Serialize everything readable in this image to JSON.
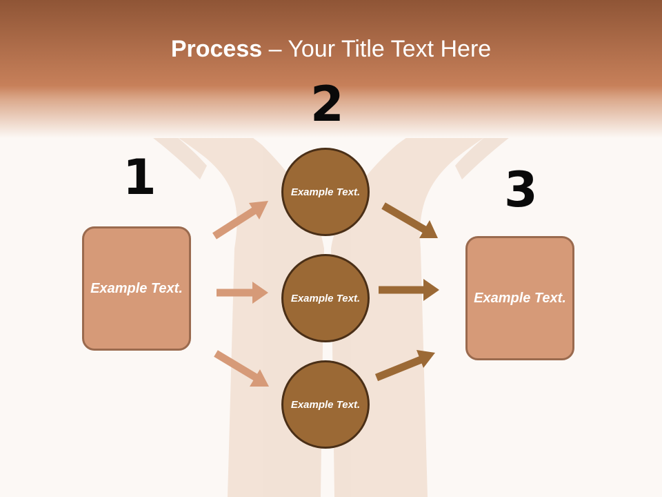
{
  "header": {
    "title_bold": "Process",
    "title_rest": " – Your Title Text Here"
  },
  "steps": [
    {
      "number": "1",
      "text": "Example Text."
    },
    {
      "number": "2",
      "text": "Example Text."
    },
    {
      "number": "3",
      "text": "Example Text."
    }
  ],
  "middle_nodes": [
    {
      "text": "Example Text."
    },
    {
      "text": "Example Text."
    },
    {
      "text": "Example Text."
    }
  ],
  "colors": {
    "header_band": "#c47a52",
    "box_fill": "#d69a78",
    "circle_fill": "#9b6935",
    "arrow_light": "#d69a78",
    "arrow_dark": "#9b6935"
  }
}
